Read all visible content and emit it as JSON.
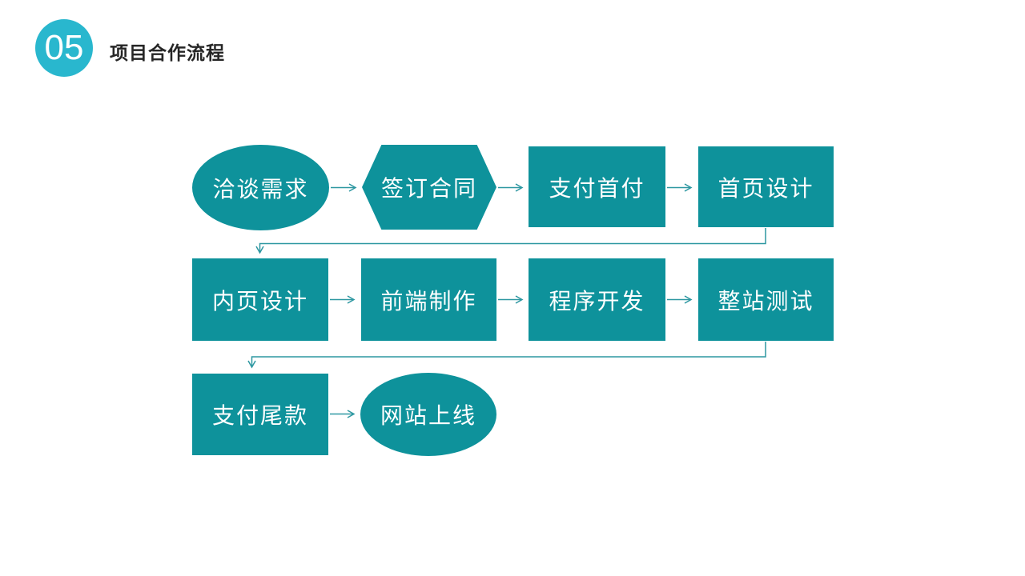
{
  "slide": {
    "badge_number": "05",
    "title": "项目合作流程"
  },
  "colors": {
    "badge_fill": "#29b7ce",
    "shape_fill": "#0e929b",
    "connector": "#2d97a1",
    "shape_text": "#ffffff",
    "title_text": "#262626",
    "background": "#ffffff"
  },
  "flowchart": {
    "nodes": [
      {
        "id": "negotiate-needs",
        "label": "洽谈需求",
        "shape": "ellipse"
      },
      {
        "id": "sign-contract",
        "label": "签订合同",
        "shape": "hexagon"
      },
      {
        "id": "pay-deposit",
        "label": "支付首付",
        "shape": "rect"
      },
      {
        "id": "homepage-design",
        "label": "首页设计",
        "shape": "rect"
      },
      {
        "id": "innerpage-design",
        "label": "内页设计",
        "shape": "rect"
      },
      {
        "id": "frontend-build",
        "label": "前端制作",
        "shape": "rect"
      },
      {
        "id": "program-develop",
        "label": "程序开发",
        "shape": "rect"
      },
      {
        "id": "fullsite-testing",
        "label": "整站测试",
        "shape": "rect"
      },
      {
        "id": "pay-balance",
        "label": "支付尾款",
        "shape": "rect"
      },
      {
        "id": "website-launch",
        "label": "网站上线",
        "shape": "ellipse"
      }
    ],
    "connections": [
      {
        "from": "洽谈需求",
        "to": "签订合同"
      },
      {
        "from": "签订合同",
        "to": "支付首付"
      },
      {
        "from": "支付首付",
        "to": "首页设计"
      },
      {
        "from": "首页设计",
        "to": "内页设计"
      },
      {
        "from": "内页设计",
        "to": "前端制作"
      },
      {
        "from": "前端制作",
        "to": "程序开发"
      },
      {
        "from": "程序开发",
        "to": "整站测试"
      },
      {
        "from": "整站测试",
        "to": "支付尾款"
      },
      {
        "from": "支付尾款",
        "to": "网站上线"
      }
    ]
  }
}
